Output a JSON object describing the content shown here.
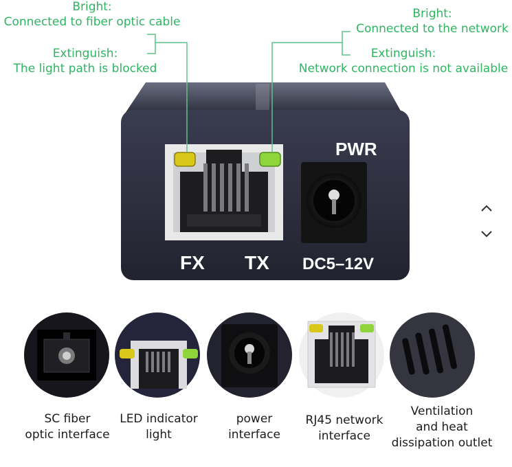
{
  "callouts": {
    "left": {
      "bright_title": "Bright:",
      "bright_text": "Connected to fiber optic cable",
      "off_title": "Extinguish:",
      "off_text": "The light path is blocked"
    },
    "right": {
      "bright_title": "Bright:",
      "bright_text": "Connected to the network",
      "off_title": "Extinguish:",
      "off_text": "Network connection is not available"
    }
  },
  "device_labels": {
    "pwr": "PWR",
    "fx": "FX",
    "tx": "TX",
    "dc": "DC5–12V"
  },
  "thumbnails": [
    {
      "line1": "SC fiber",
      "line2": "optic interface"
    },
    {
      "line1": "LED indicator",
      "line2": "light"
    },
    {
      "line1": "power",
      "line2": "interface"
    },
    {
      "line1": "RJ45 network",
      "line2": "interface"
    },
    {
      "line1": "Ventilation",
      "line2": "and heat",
      "line3": "dissipation outlet"
    }
  ],
  "colors": {
    "accent_green": "#2fb562",
    "device_body": "#2a2b3a",
    "led_yellow": "#d8c81a",
    "led_green": "#8fd43a"
  },
  "icons": [
    "chevron-up-icon",
    "chevron-down-icon"
  ]
}
